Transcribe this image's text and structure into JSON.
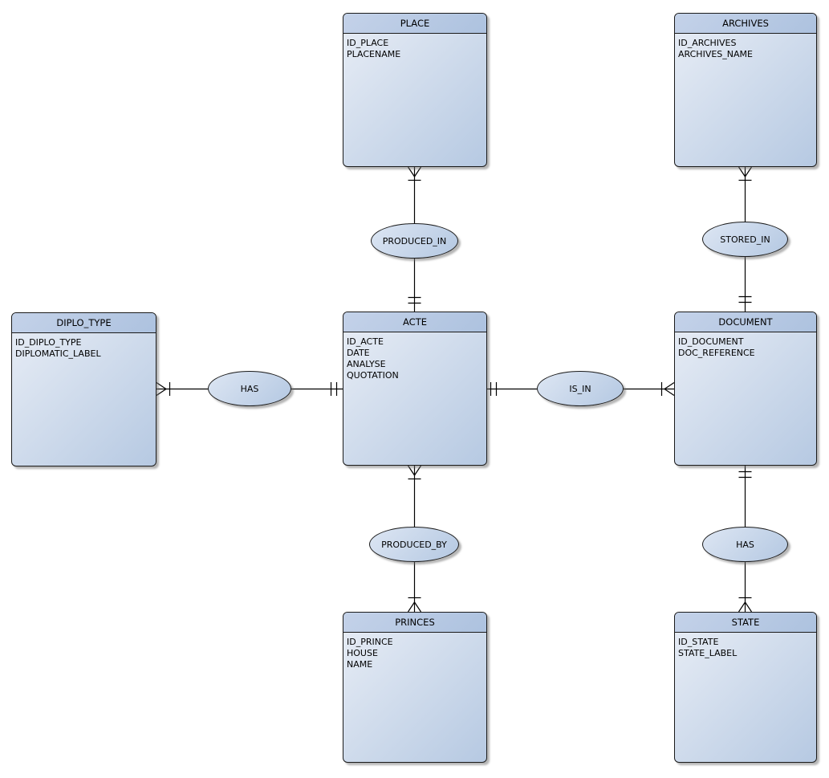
{
  "diagram": {
    "kind": "entity-relationship-diagram",
    "colors": {
      "background": "#ffffff",
      "line": "#000000",
      "border": "#1a1a1a",
      "text": "#000000",
      "header_from": "#c4d2e9",
      "header_to": "#adc2df",
      "body_from": "#e9eef6",
      "body_to": "#b6c9e2",
      "ellipse_from": "#dde6f3",
      "ellipse_to": "#b4c8e2"
    },
    "entities": [
      {
        "name": "PLACE",
        "attributes": [
          "ID_PLACE",
          "PLACENAME"
        ]
      },
      {
        "name": "ARCHIVES",
        "attributes": [
          "ID_ARCHIVES",
          "ARCHIVES_NAME"
        ]
      },
      {
        "name": "DIPLO_TYPE",
        "attributes": [
          "ID_DIPLO_TYPE",
          "DIPLOMATIC_LABEL"
        ]
      },
      {
        "name": "ACTE",
        "attributes": [
          "ID_ACTE",
          "DATE",
          "ANALYSE",
          "QUOTATION"
        ]
      },
      {
        "name": "DOCUMENT",
        "attributes": [
          "ID_DOCUMENT",
          "DOC_REFERENCE"
        ]
      },
      {
        "name": "PRINCES",
        "attributes": [
          "ID_PRINCE",
          "HOUSE",
          "NAME"
        ]
      },
      {
        "name": "STATE",
        "attributes": [
          "ID_STATE",
          "STATE_LABEL"
        ]
      }
    ],
    "relationships": [
      {
        "label": "PRODUCED_IN",
        "from": "PLACE",
        "to": "ACTE",
        "from_marker": "crow-foot-with-tick",
        "to_marker": "double-tick"
      },
      {
        "label": "STORED_IN",
        "from": "ARCHIVES",
        "to": "DOCUMENT",
        "from_marker": "crow-foot-with-tick",
        "to_marker": "double-tick"
      },
      {
        "label": "HAS",
        "from": "DIPLO_TYPE",
        "to": "ACTE",
        "from_marker": "crow-foot-with-tick",
        "to_marker": "double-tick"
      },
      {
        "label": "IS_IN",
        "from": "ACTE",
        "to": "DOCUMENT",
        "from_marker": "double-tick",
        "to_marker": "tick-with-crow-foot"
      },
      {
        "label": "PRODUCED_BY",
        "from": "ACTE",
        "to": "PRINCES",
        "from_marker": "crow-foot-with-tick",
        "to_marker": "tick-with-crow-foot"
      },
      {
        "label": "HAS",
        "from": "DOCUMENT",
        "to": "STATE",
        "from_marker": "double-tick",
        "to_marker": "tick-with-crow-foot"
      }
    ]
  }
}
